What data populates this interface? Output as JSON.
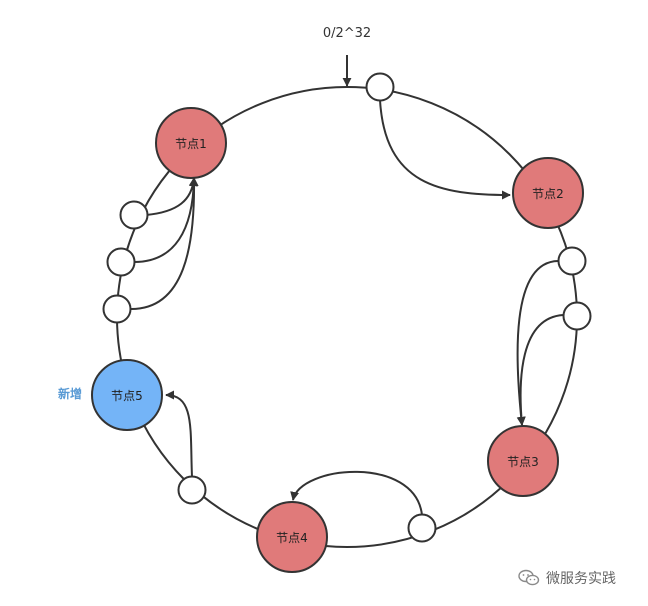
{
  "ring_label": "0/2^32",
  "nodes": [
    {
      "id": "n1",
      "label": "节点1",
      "color": "#e07a7a"
    },
    {
      "id": "n2",
      "label": "节点2",
      "color": "#e07a7a"
    },
    {
      "id": "n3",
      "label": "节点3",
      "color": "#e07a7a"
    },
    {
      "id": "n4",
      "label": "节点4",
      "color": "#e07a7a"
    },
    {
      "id": "n5",
      "label": "节点5",
      "color": "#74b4f7"
    }
  ],
  "new_node_label": "新增",
  "watermark": {
    "text": "微服务实践",
    "icon": "wechat-icon"
  }
}
